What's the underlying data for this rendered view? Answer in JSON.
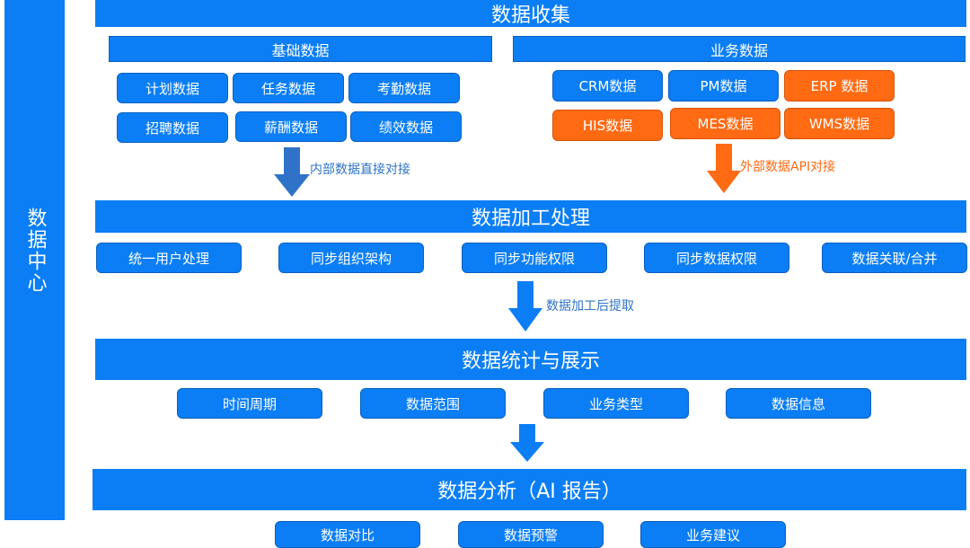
{
  "side_label": "数据中心",
  "collect": {
    "title": "数据收集",
    "basic": {
      "title": "基础数据",
      "items": [
        "计划数据",
        "任务数据",
        "考勤数据",
        "招聘数据",
        "薪酬数据",
        "绩效数据"
      ]
    },
    "business": {
      "title": "业务数据",
      "items": [
        "CRM数据",
        "PM数据",
        "ERP 数据",
        "HIS数据",
        "MES数据",
        "WMS数据"
      ]
    },
    "internal_note": "内部数据直接对接",
    "external_note": "外部数据API对接"
  },
  "process": {
    "title": "数据加工处理",
    "items": [
      "统一用户处理",
      "同步组织架构",
      "同步功能权限",
      "同步数据权限",
      "数据关联/合并"
    ],
    "note": "数据加工后提取"
  },
  "stats": {
    "title": "数据统计与展示",
    "items": [
      "时间周期",
      "数据范围",
      "业务类型",
      "数据信息"
    ]
  },
  "analysis": {
    "title": "数据分析（AI 报告）",
    "items": [
      "数据对比",
      "数据预警",
      "业务建议"
    ]
  },
  "colors": {
    "primary": "#0b7ef6",
    "accent": "#ff6a13",
    "note_blue": "#2f73c9"
  }
}
